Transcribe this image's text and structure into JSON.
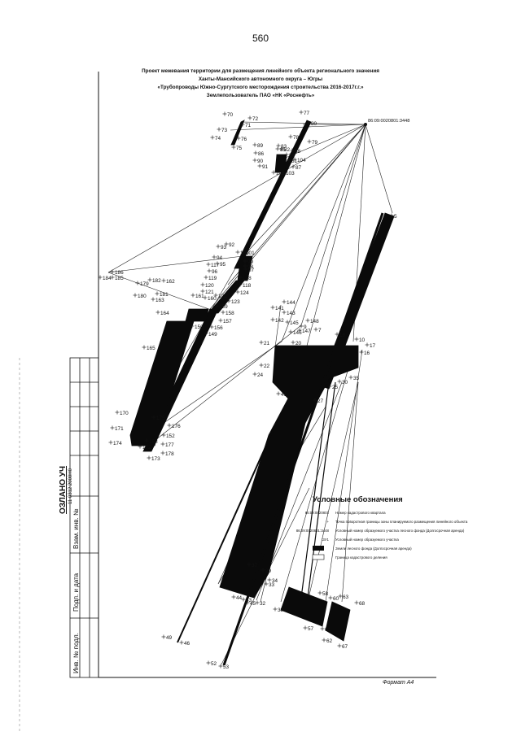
{
  "page_number": "560",
  "header": {
    "lines": [
      "Проект межевания территории для размещения линейного объекта регионального значения",
      "Ханты-Мансийского автономного округа – Югры",
      "«Трубопроводы Южно-Сургутского месторождения строительства 2016-2017г.г.»",
      "Землепользователь ПАО «НК «Роснефть»"
    ]
  },
  "cadastral_number": "86:09:0020801:3448",
  "stamp": {
    "approved_large": "ОЗЛАНО УЧ",
    "approved_small": "11 0312 2000Н0",
    "columns": [
      "Взам. инв. №",
      "Подп. и дата",
      "Инв. № подл."
    ]
  },
  "legend": {
    "title": "Условные обозначения",
    "items": [
      {
        "symbol": "86:09:0020801",
        "text": "Номер кадастрового квартала"
      },
      {
        "symbol": "+",
        "text": "Точка поворотная границы зоны планируемого размещения линейного объекта"
      },
      {
        "symbol": "86:09:0020801:3448",
        "text": "Условный номер образуемого участка лесного фонда (Долгосрочная аренда)"
      },
      {
        "symbol": ":ЗУ1",
        "text": "Условный номер образуемого участка"
      },
      {
        "symbol": "",
        "text": "Земли лесного фонда (Долгосрочная аренда)"
      },
      {
        "symbol": "",
        "text": "Граница кадастрового деления"
      }
    ]
  },
  "format_label": "Формат А4",
  "points": [
    {
      "n": "70"
    },
    {
      "n": "71"
    },
    {
      "n": "72"
    },
    {
      "n": "73"
    },
    {
      "n": "74"
    },
    {
      "n": "75"
    },
    {
      "n": "76"
    },
    {
      "n": "77"
    },
    {
      "n": "78"
    },
    {
      "n": "79"
    },
    {
      "n": "80"
    },
    {
      "n": "81"
    },
    {
      "n": "82"
    },
    {
      "n": "83"
    },
    {
      "n": "84"
    },
    {
      "n": "85"
    },
    {
      "n": "86"
    },
    {
      "n": "87"
    },
    {
      "n": "88"
    },
    {
      "n": "89"
    },
    {
      "n": "90"
    },
    {
      "n": "91"
    },
    {
      "n": "102"
    },
    {
      "n": "103"
    },
    {
      "n": "104"
    },
    {
      "n": "5"
    },
    {
      "n": "184"
    },
    {
      "n": "185"
    },
    {
      "n": "186"
    },
    {
      "n": "92"
    },
    {
      "n": "93"
    },
    {
      "n": "94"
    },
    {
      "n": "95"
    },
    {
      "n": "96"
    },
    {
      "n": "97"
    },
    {
      "n": "98"
    },
    {
      "n": "99"
    },
    {
      "n": "100"
    },
    {
      "n": "101"
    },
    {
      "n": "117"
    },
    {
      "n": "118"
    },
    {
      "n": "119"
    },
    {
      "n": "120"
    },
    {
      "n": "121"
    },
    {
      "n": "122"
    },
    {
      "n": "123"
    },
    {
      "n": "124"
    },
    {
      "n": "128"
    },
    {
      "n": "179"
    },
    {
      "n": "180"
    },
    {
      "n": "181"
    },
    {
      "n": "182"
    },
    {
      "n": "162"
    },
    {
      "n": "163"
    },
    {
      "n": "161"
    },
    {
      "n": "160"
    },
    {
      "n": "159"
    },
    {
      "n": "158"
    },
    {
      "n": "157"
    },
    {
      "n": "156"
    },
    {
      "n": "164"
    },
    {
      "n": "150"
    },
    {
      "n": "149"
    },
    {
      "n": "165"
    },
    {
      "n": "141"
    },
    {
      "n": "142"
    },
    {
      "n": "143"
    },
    {
      "n": "144"
    },
    {
      "n": "145"
    },
    {
      "n": "146"
    },
    {
      "n": "147"
    },
    {
      "n": "148"
    },
    {
      "n": "9"
    },
    {
      "n": "7"
    },
    {
      "n": "18"
    },
    {
      "n": "10"
    },
    {
      "n": "17"
    },
    {
      "n": "16"
    },
    {
      "n": "21"
    },
    {
      "n": "20"
    },
    {
      "n": "22"
    },
    {
      "n": "24"
    },
    {
      "n": "30"
    },
    {
      "n": "35"
    },
    {
      "n": "41"
    },
    {
      "n": "25"
    },
    {
      "n": "27"
    },
    {
      "n": "170"
    },
    {
      "n": "171"
    },
    {
      "n": "174"
    },
    {
      "n": "175"
    },
    {
      "n": "176"
    },
    {
      "n": "152"
    },
    {
      "n": "168"
    },
    {
      "n": "172"
    },
    {
      "n": "173"
    },
    {
      "n": "177"
    },
    {
      "n": "178"
    },
    {
      "n": "37"
    },
    {
      "n": "29"
    },
    {
      "n": "34"
    },
    {
      "n": "33"
    },
    {
      "n": "44"
    },
    {
      "n": "43"
    },
    {
      "n": "45"
    },
    {
      "n": "32"
    },
    {
      "n": "58"
    },
    {
      "n": "60"
    },
    {
      "n": "63"
    },
    {
      "n": "68"
    },
    {
      "n": "57"
    },
    {
      "n": "61"
    },
    {
      "n": "62"
    },
    {
      "n": "67"
    },
    {
      "n": "49"
    },
    {
      "n": "46"
    },
    {
      "n": "52"
    },
    {
      "n": "53"
    },
    {
      "n": "38"
    }
  ]
}
